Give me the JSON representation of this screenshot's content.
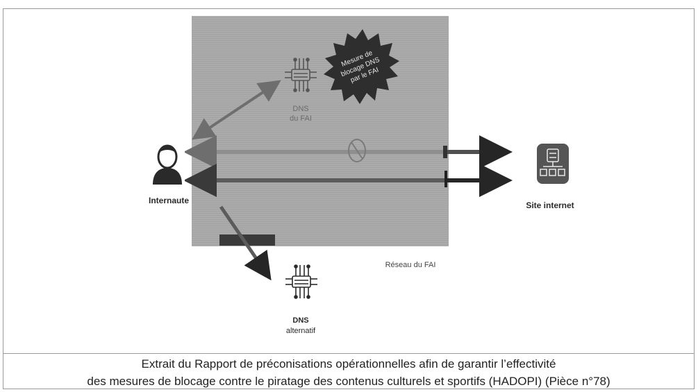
{
  "diagram": {
    "nodes": {
      "user": {
        "label": "Internaute",
        "icon": "user-icon"
      },
      "isp_dns": {
        "label_line1": "DNS",
        "label_line2": "du FAI",
        "icon": "chip-icon"
      },
      "alt_dns": {
        "label_line1": "DNS",
        "label_line2": "alternatif",
        "icon": "chip-icon"
      },
      "website": {
        "label": "Site internet",
        "icon": "server-icon"
      }
    },
    "badge": {
      "line1": "Mesure de",
      "line2": "blocage DNS",
      "line3": "par le FAI"
    },
    "network_label": "Réseau du FAI",
    "colors": {
      "network_bg": "#ababab",
      "starburst": "#2e2e2e",
      "arrow_dark": "#262626",
      "arrow_light": "#6e6e6e",
      "server_bg": "#555555"
    }
  },
  "caption": {
    "line1": "Extrait du Rapport de préconisations opérationnelles afin de garantir l’effectivité",
    "line2": "des mesures de blocage contre le piratage des contenus culturels et sportifs (HADOPI) (Pièce n°78)"
  }
}
